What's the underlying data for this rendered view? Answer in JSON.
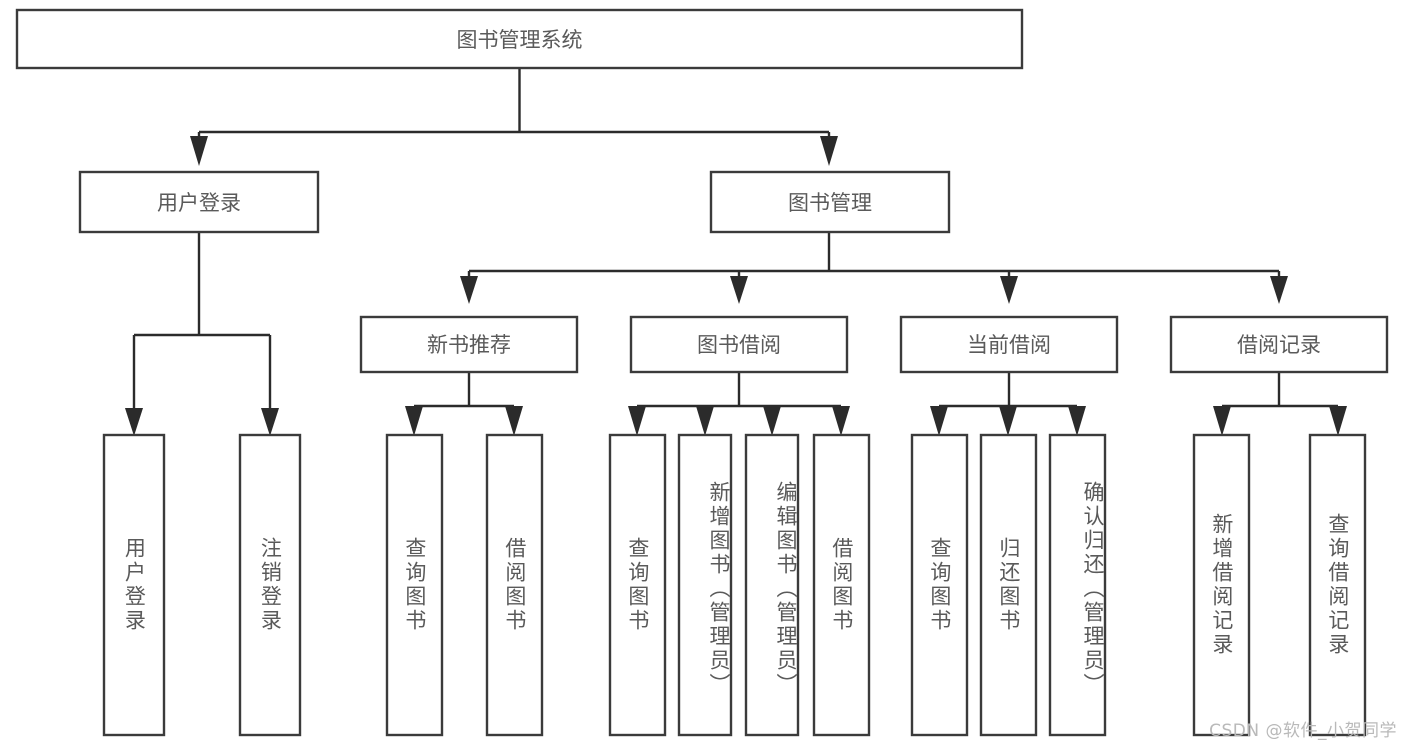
{
  "diagram": {
    "type": "tree-hierarchy-chart",
    "title_text": "图书管理系统",
    "watermark": "CSDN @软件_小贺同学",
    "colors": {
      "box_stroke": "#3b3b3b",
      "box_fill": "#ffffff",
      "connector": "#2b2b2b",
      "label_text": "#5a5a5a",
      "watermark_text": "#b9b9b9",
      "background": "#ffffff"
    },
    "root": {
      "label": "图书管理系统"
    },
    "level2": [
      {
        "id": "user-login",
        "label": "用户登录"
      },
      {
        "id": "book-management",
        "label": "图书管理"
      }
    ],
    "level3": [
      {
        "id": "new-book-recommend",
        "label": "新书推荐",
        "parent": "book-management"
      },
      {
        "id": "book-borrow",
        "label": "图书借阅",
        "parent": "book-management"
      },
      {
        "id": "current-borrow",
        "label": "当前借阅",
        "parent": "book-management"
      },
      {
        "id": "borrow-record",
        "label": "借阅记录",
        "parent": "book-management"
      }
    ],
    "leaves": [
      {
        "id": "leaf-user-login",
        "label": "用户登录",
        "parent": "user-login"
      },
      {
        "id": "leaf-logout-login",
        "label": "注销登录",
        "parent": "user-login"
      },
      {
        "id": "leaf-query-book-1",
        "label": "查询图书",
        "parent": "new-book-recommend"
      },
      {
        "id": "leaf-borrow-book-1",
        "label": "借阅图书",
        "parent": "new-book-recommend"
      },
      {
        "id": "leaf-query-book-2",
        "label": "查询图书",
        "parent": "book-borrow"
      },
      {
        "id": "leaf-add-book-admin",
        "label": "新增图书（管理员）",
        "parent": "book-borrow"
      },
      {
        "id": "leaf-edit-book-admin",
        "label": "编辑图书（管理员）",
        "parent": "book-borrow"
      },
      {
        "id": "leaf-borrow-book-2",
        "label": "借阅图书",
        "parent": "book-borrow"
      },
      {
        "id": "leaf-query-book-3",
        "label": "查询图书",
        "parent": "current-borrow"
      },
      {
        "id": "leaf-return-book",
        "label": "归还图书",
        "parent": "current-borrow"
      },
      {
        "id": "leaf-confirm-return-admin",
        "label": "确认归还（管理员）",
        "parent": "current-borrow"
      },
      {
        "id": "leaf-add-borrow-record",
        "label": "新增借阅记录",
        "parent": "borrow-record"
      },
      {
        "id": "leaf-query-borrow-record",
        "label": "查询借阅记录",
        "parent": "borrow-record"
      }
    ]
  }
}
